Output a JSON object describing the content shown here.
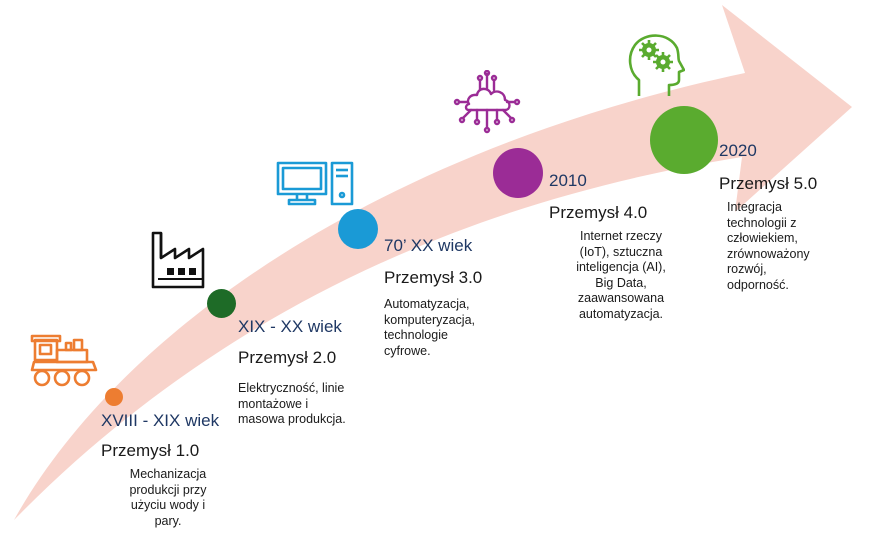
{
  "colors": {
    "arrow": "#f8d3cb",
    "stage1": "#ed7d31",
    "stage2": "#1e6b27",
    "stage3": "#1a9ad6",
    "stage4": "#9b2c96",
    "stage5": "#5aab2f",
    "era_text": "#1f3864"
  },
  "stages": [
    {
      "icon": "train-icon",
      "era": "XVIII - XIX wiek",
      "industry": "Przemysł 1.0",
      "description": "Mechanizacja\nprodukcji przy\nużyciu wody i\npary."
    },
    {
      "icon": "factory-icon",
      "era": "XIX - XX wiek",
      "industry": "Przemysł 2.0",
      "description": "Elektryczność, linie\nmontażowe i\nmasowa produkcja."
    },
    {
      "icon": "computer-icon",
      "era": "70’ XX wiek",
      "industry": "Przemysł 3.0",
      "description": "Automatyzacja,\n   komputeryzacja,\n   technologie\n   cyfrowe."
    },
    {
      "icon": "cloud-network-icon",
      "era": "2010",
      "industry": "Przemysł 4.0",
      "description": "Internet rzeczy\n(IoT), sztuczna\ninteligencja (AI),\nBig Data,\nzaawansowana\nautomatyzacja."
    },
    {
      "icon": "head-gears-icon",
      "era": "2020",
      "industry": "Przemysł 5.0",
      "description": "Integracja\n   technologii z\n   człowiekiem,\n   zrównoważony\n   rozwój,\n   odporność."
    }
  ]
}
